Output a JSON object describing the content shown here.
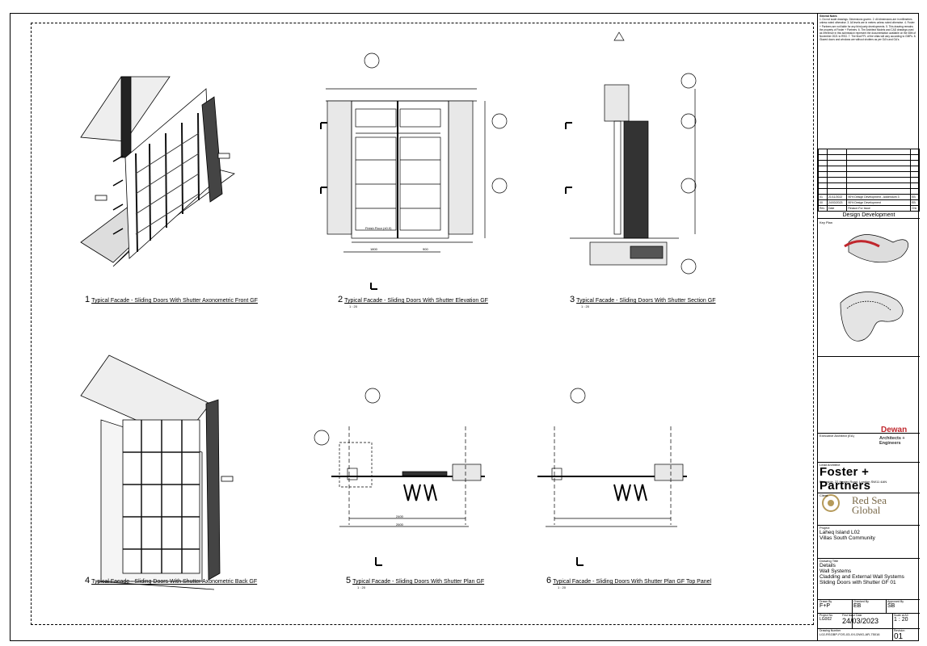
{
  "captions": [
    {
      "number": "1",
      "title": "Typical Facade - Sliding Doors With Shutter Axonometric Front GF",
      "scale": ""
    },
    {
      "number": "2",
      "title": "Typical Facade - Sliding Doors With Shutter Elevation GF",
      "scale": "1 : 20"
    },
    {
      "number": "3",
      "title": "Typical Facade - Sliding Doors With Shutter Section GF",
      "scale": "1 : 20"
    },
    {
      "number": "4",
      "title": "Typical Facade - Sliding Doors With Shutter Axonometric Back GF",
      "scale": ""
    },
    {
      "number": "5",
      "title": "Typical Facade - Sliding Doors With Shutter Plan GF",
      "scale": "1 : 20"
    },
    {
      "number": "6",
      "title": "Typical Facade - Sliding Doors With Shutter Plan GF Top Panel",
      "scale": "1 : 20"
    }
  ],
  "drawing_labels": {
    "finish_floor": "Finish Floor (±0.0)",
    "dim_1800": "1800",
    "dim_900": "900",
    "dim_2400": "2400",
    "dim_2600": "2600"
  },
  "title_block": {
    "general_notes_heading": "General Notes",
    "general_notes": "1. Do not scale drawings. Dimensions govern. 2. All dimensions are in millimetres unless noted otherwise. 3. All levels are in metres unless noted otherwise. 4. Foster + Partners are not liable for any third party developments. 5. This drawing remains the property of Foster + Partners. 6. The Architect Models and CAD drawings used as reference in this submission represent the documentation available on the 08th of November 2021 to RSG. 7. The final FFL of the villas will vary according to GMPs. 8. Glazed doors and windows are without shutters as per GA's and GA's.",
    "revisions": [
      {
        "rev": "01",
        "date": "21/11/2022",
        "reason": "90% Design Development - Addendum 3",
        "chk": "EB"
      },
      {
        "rev": "00",
        "date": "24/03/2023",
        "reason": "90% Design Development",
        "chk": "EB"
      }
    ],
    "rev_headers": {
      "rev": "Rev",
      "date": "Date",
      "reason": "Reason For Issue",
      "chk": "Chk"
    },
    "stage": "Design Development",
    "key_plan_label": "Key Plan",
    "executive_architect_label": "Executive Architect (EA)",
    "dewan_name": "Dewan",
    "dewan_sub": "Architects + Engineers",
    "foster_label": "Lead Architect",
    "foster_name": "Foster + Partners",
    "foster_address": "Riverside, 22 Hester Road, London SW11 4AN",
    "client_label": "Client",
    "client_name_1": "Red Sea",
    "client_name_2": "Global",
    "project_label": "Project",
    "project_line1": "Laheq Island L02",
    "project_line2": "Villas South Community",
    "drawing_title_label": "Drawing Title",
    "drawing_title_lines": [
      "Details",
      "Wall Systems",
      "Cladding and External Wall Systems",
      "Sliding Doors with Shutter GF 01"
    ],
    "drawn_by_label": "Drawn By",
    "drawn_by": "F+P",
    "checked_by_label": "Checked By",
    "checked_by": "EB",
    "approved_by_label": "Approved By",
    "approved_by": "SB",
    "project_no_label": "Project No",
    "project_no": "LG002",
    "issue_date_label": "First Issue Date",
    "issue_date": "24/03/2023",
    "scale_label": "Scale at A0",
    "scale": "1 : 20",
    "drawing_number_label": "Drawing Number",
    "drawing_number": "L02-RSGBP-FOS-03-XX-DWG-AR-75016",
    "revision_label": "Revision",
    "revision": "01"
  }
}
